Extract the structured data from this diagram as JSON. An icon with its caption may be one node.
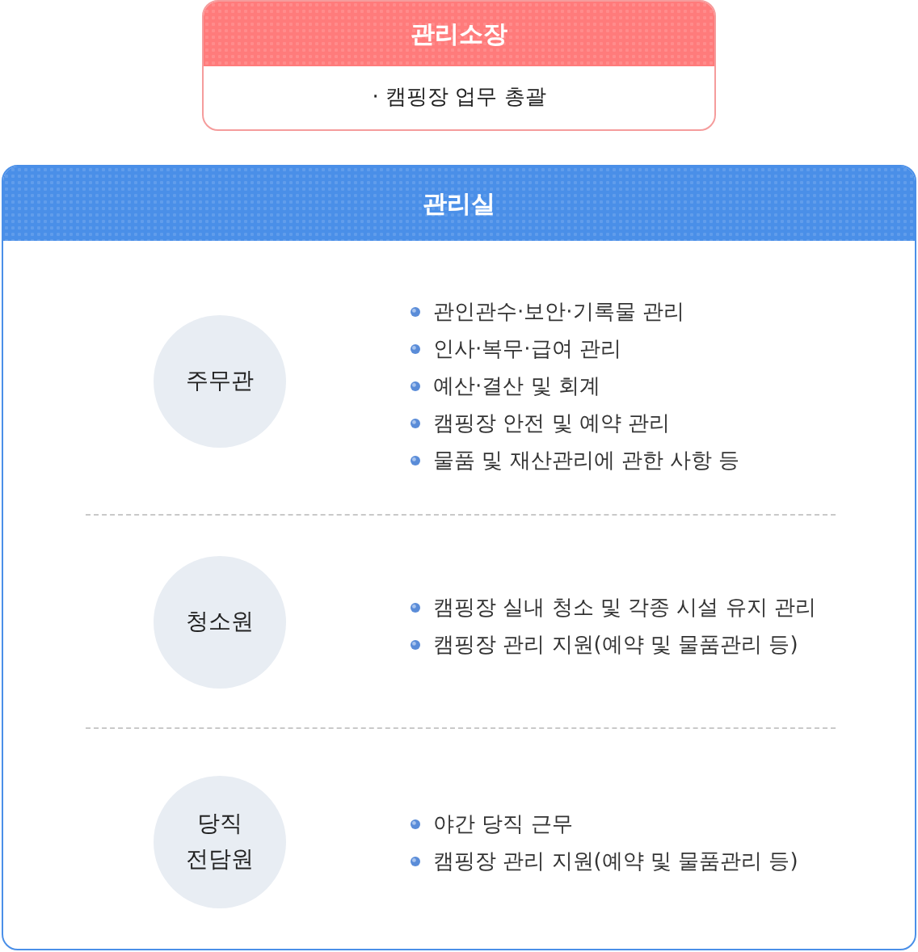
{
  "diagram": {
    "nodes": [
      {
        "text": [
          "관리소장",
          "· 캠핑장 업무 총괄"
        ]
      },
      {
        "text": [
          "관리실"
        ]
      },
      {
        "text": [
          "주무관"
        ],
        "in": 1,
        "beside": [
          "관인관수·보안·기록물 관리",
          "인사·복무·급여 관리",
          "예산·결산 및 회계",
          "캠핑장 안전 및 예약 관리",
          "물품 및 재산관리에 관한 사항 등"
        ]
      },
      {
        "text": [
          "청소원"
        ],
        "in": 1,
        "beside": [
          "캠핑장 실내 청소 및 각종 시설 유지 관리",
          "캠핑장 관리 지원(예약 및 물품관리 등)"
        ]
      },
      {
        "text": [
          "당직 전담원"
        ],
        "in": 1,
        "beside": [
          "야간 당직 근무",
          "캠핑장 관리 지원(예약 및 물품관리 등)"
        ]
      }
    ]
  }
}
